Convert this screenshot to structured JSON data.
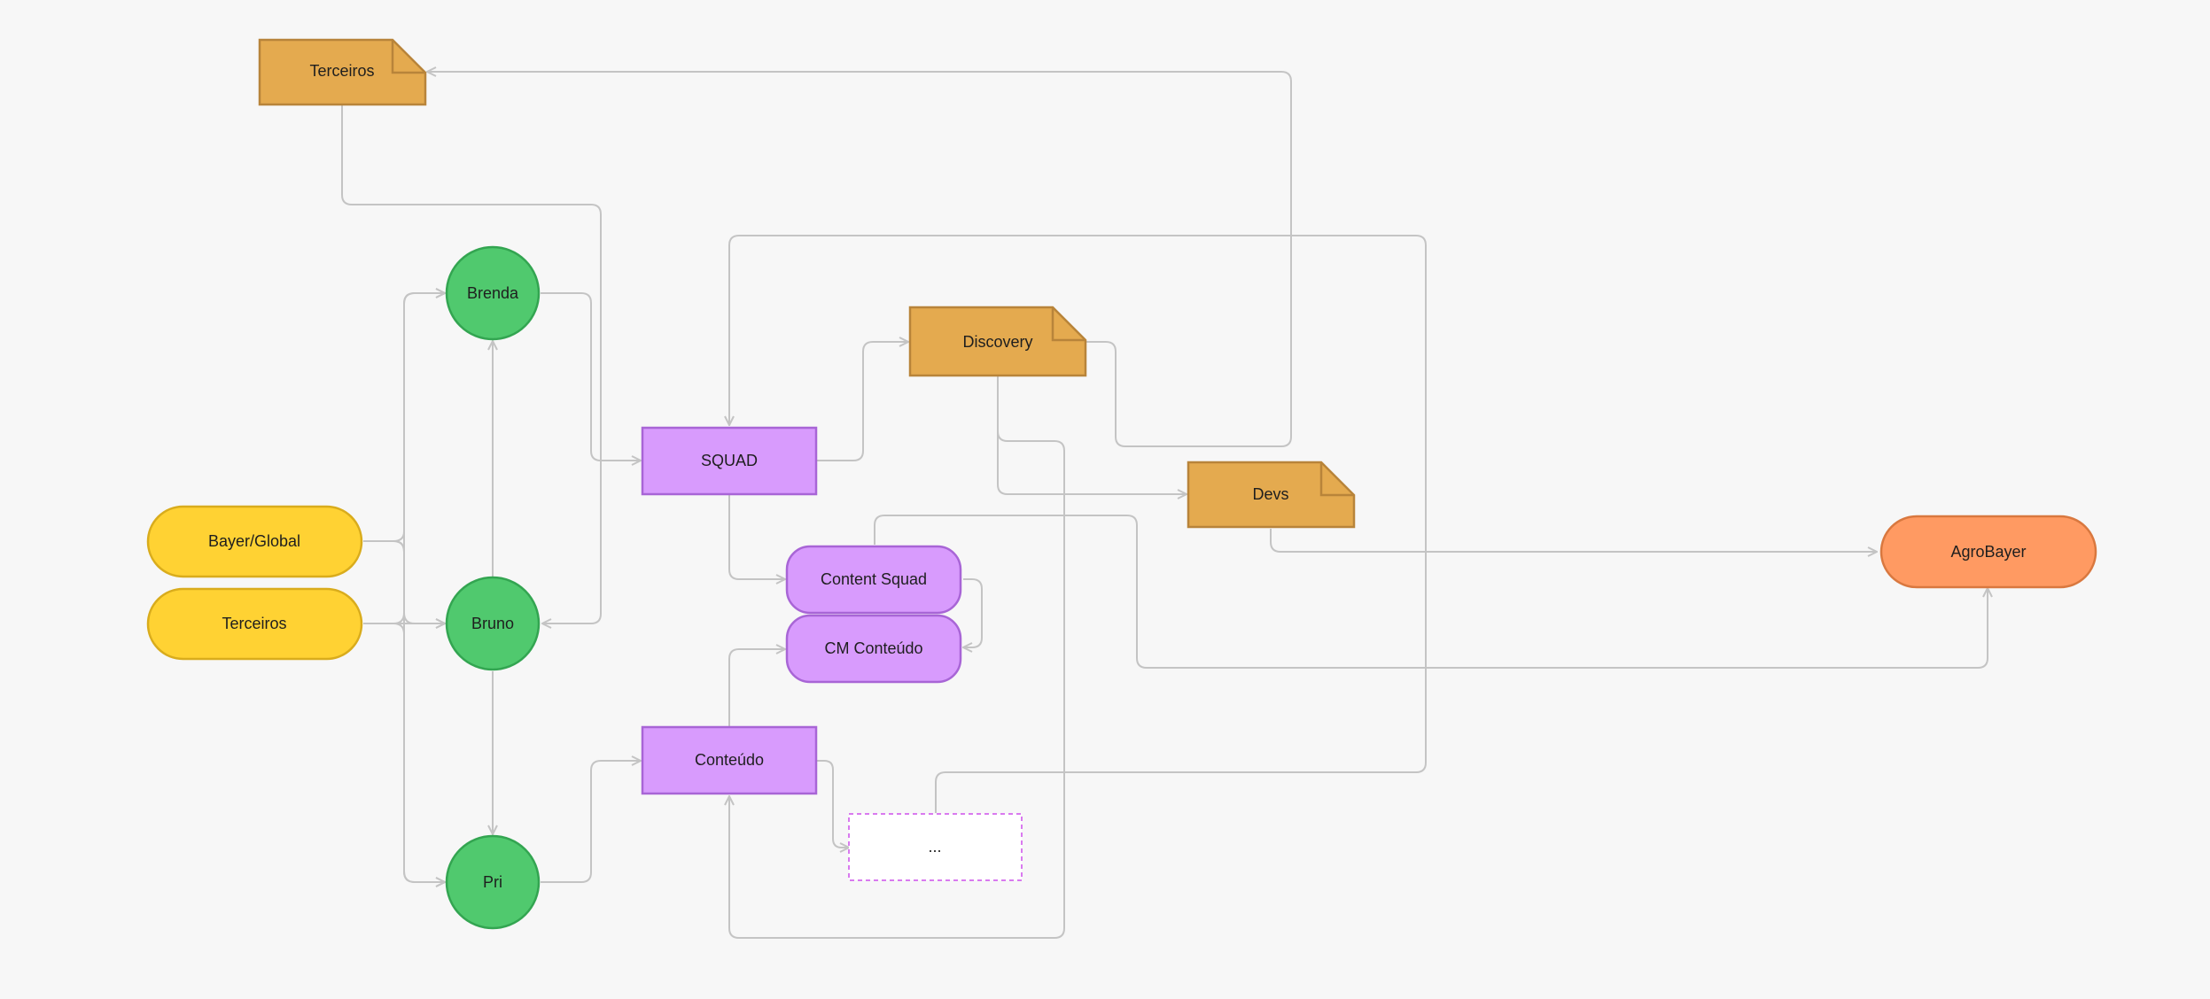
{
  "colors": {
    "background": "#f7f7f7",
    "connector": "#c4c4c4",
    "document_fill": "#e4aa4f",
    "document_stroke": "#b8843a",
    "pill_yellow_fill": "#ffd233",
    "pill_yellow_stroke": "#d9ac1c",
    "circle_green_fill": "#50c96e",
    "circle_green_stroke": "#33a551",
    "purple_fill": "#d89bfd",
    "purple_stroke": "#a865d6",
    "orange_fill": "#ff9a62",
    "orange_stroke": "#d9783f",
    "dashed_stroke": "#d97aef"
  },
  "nodes": {
    "terceiros_doc": {
      "label": "Terceiros",
      "shape": "document"
    },
    "bayer_global": {
      "label": "Bayer/Global",
      "shape": "pill"
    },
    "terceiros_pill": {
      "label": "Terceiros",
      "shape": "pill"
    },
    "brenda": {
      "label": "Brenda",
      "shape": "circle"
    },
    "bruno": {
      "label": "Bruno",
      "shape": "circle"
    },
    "pri": {
      "label": "Pri",
      "shape": "circle"
    },
    "squad": {
      "label": "SQUAD",
      "shape": "rectangle"
    },
    "discovery": {
      "label": "Discovery",
      "shape": "document"
    },
    "devs": {
      "label": "Devs",
      "shape": "document"
    },
    "content_squad": {
      "label": "Content Squad",
      "shape": "rounded-rectangle"
    },
    "cm_conteudo": {
      "label": "CM Conteúdo",
      "shape": "rounded-rectangle"
    },
    "conteudo": {
      "label": "Conteúdo",
      "shape": "rectangle"
    },
    "ellipsis": {
      "label": "...",
      "shape": "dashed-rectangle"
    },
    "agrobayer": {
      "label": "AgroBayer",
      "shape": "pill"
    }
  },
  "edges": [
    {
      "from": "terceiros_doc",
      "to": "bruno"
    },
    {
      "from": "bayer_global",
      "to": "brenda"
    },
    {
      "from": "bayer_global",
      "to": "bruno"
    },
    {
      "from": "bayer_global",
      "to": "pri"
    },
    {
      "from": "terceiros_pill",
      "to": "brenda"
    },
    {
      "from": "terceiros_pill",
      "to": "bruno"
    },
    {
      "from": "terceiros_pill",
      "to": "pri"
    },
    {
      "from": "bruno",
      "to": "brenda"
    },
    {
      "from": "bruno",
      "to": "pri"
    },
    {
      "from": "brenda",
      "to": "squad"
    },
    {
      "from": "pri",
      "to": "conteudo"
    },
    {
      "from": "squad",
      "to": "discovery"
    },
    {
      "from": "squad",
      "to": "content_squad"
    },
    {
      "from": "discovery",
      "to": "terceiros_doc"
    },
    {
      "from": "discovery",
      "to": "devs"
    },
    {
      "from": "discovery",
      "to": "conteudo"
    },
    {
      "from": "devs",
      "to": "agrobayer"
    },
    {
      "from": "content_squad",
      "to": "cm_conteudo"
    },
    {
      "from": "content_squad",
      "to": "agrobayer"
    },
    {
      "from": "conteudo",
      "to": "cm_conteudo"
    },
    {
      "from": "conteudo",
      "to": "ellipsis"
    },
    {
      "from": "ellipsis",
      "to": "squad"
    }
  ]
}
